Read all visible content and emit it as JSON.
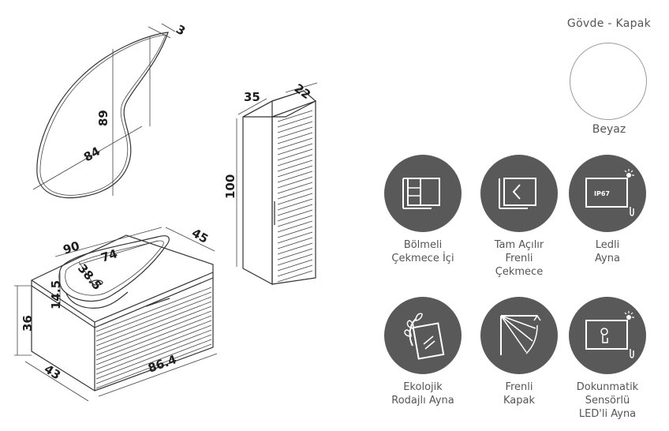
{
  "dimensions": {
    "mirror_thickness": "3",
    "mirror_height": "89",
    "mirror_width": "84",
    "tall_cabinet_width": "35",
    "tall_cabinet_depth": "22",
    "tall_cabinet_height": "100",
    "basin_length": "90",
    "basin_inner_length": "74",
    "basin_width": "38.5",
    "basin_height": "14.5",
    "vanity_depth": "45",
    "vanity_height": "36",
    "vanity_side_depth": "43",
    "vanity_width": "86.4"
  },
  "color_option": {
    "title": "Gövde - Kapak",
    "name": "Beyaz",
    "swatch_color": "#ffffff"
  },
  "features": [
    {
      "label": "Bölmeli\nÇekmece İçi",
      "icon": "drawer-divider-icon"
    },
    {
      "label": "Tam Açılır\nFrenli\nÇekmece",
      "icon": "soft-close-drawer-icon"
    },
    {
      "label": "Ledli\nAyna",
      "icon": "led-mirror-icon",
      "badge": "IP67"
    },
    {
      "label": "Ekolojik\nRodajlı Ayna",
      "icon": "eco-mirror-icon"
    },
    {
      "label": "Frenli\nKapak",
      "icon": "soft-close-door-icon"
    },
    {
      "label": "Dokunmatik\nSensörlü\nLED'li Ayna",
      "icon": "touch-sensor-mirror-icon"
    }
  ],
  "colors": {
    "feature_circle": "#595959",
    "icon_stroke": "#ffffff",
    "line": "#333333"
  }
}
